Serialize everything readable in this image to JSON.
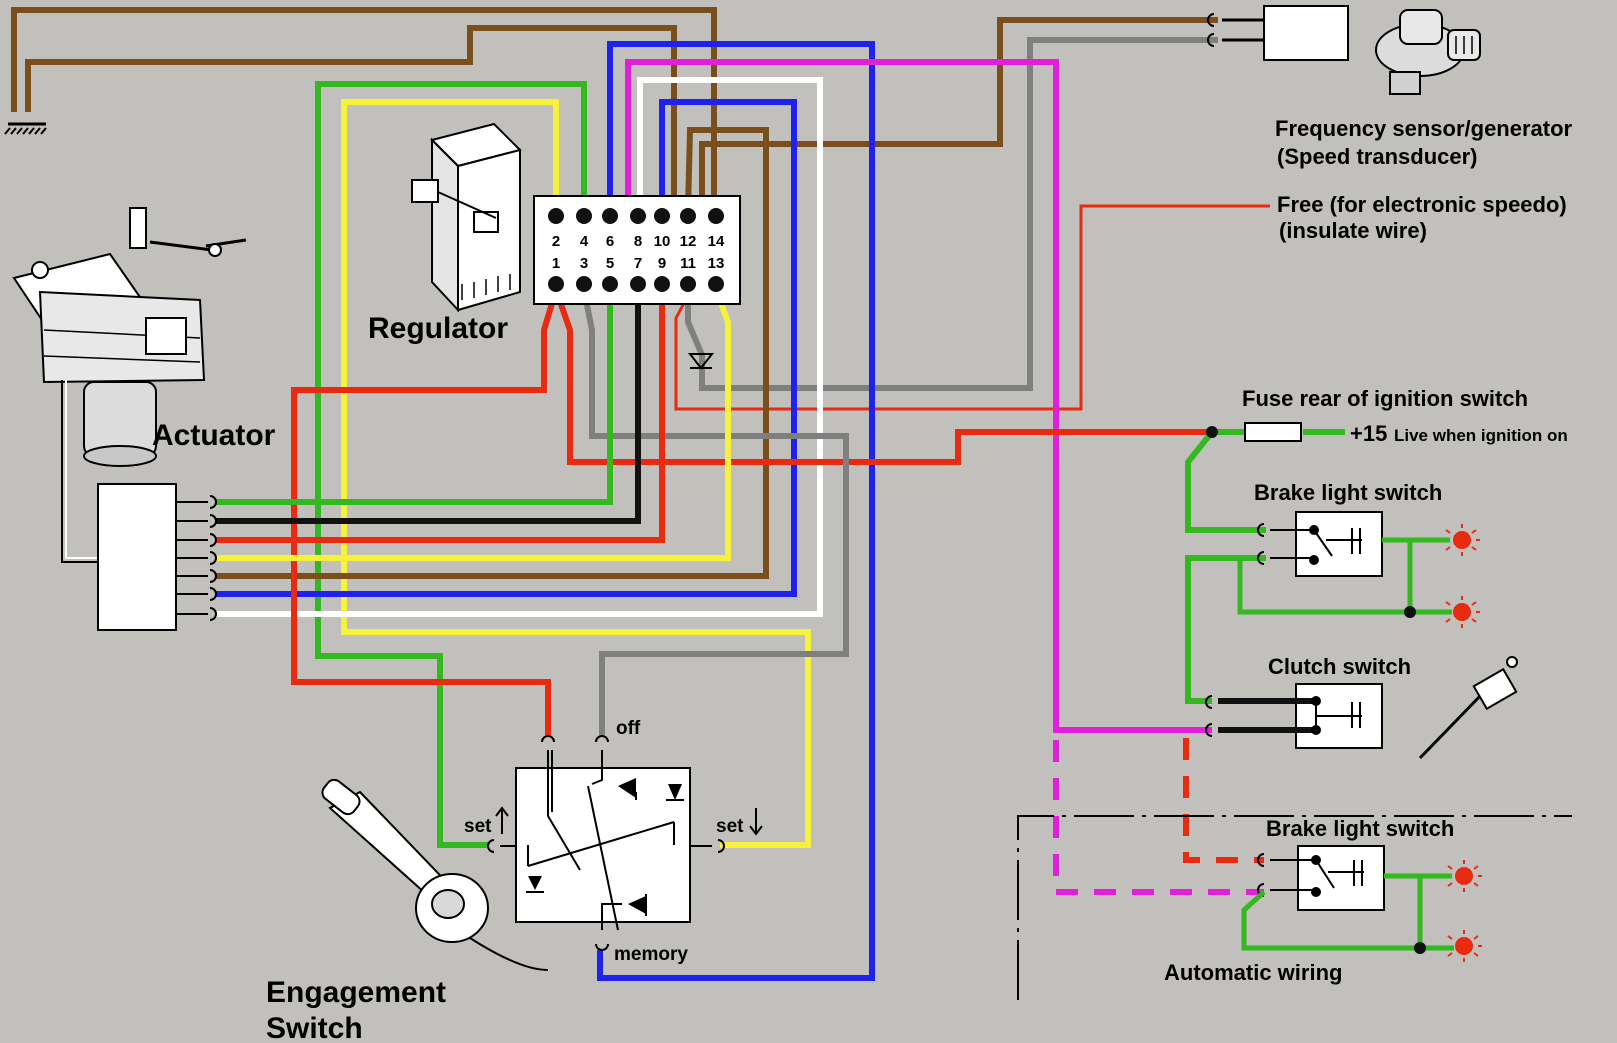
{
  "labels": {
    "regulator": "Regulator",
    "actuator": "Actuator",
    "engagement_switch_line1": "Engagement",
    "engagement_switch_line2": "Switch",
    "frequency_sensor_line1": "Frequency sensor/generator",
    "frequency_sensor_line2": "(Speed transducer)",
    "free_line1": "Free (for electronic speedo)",
    "free_line2": "(insulate wire)",
    "fuse": "Fuse rear of ignition switch",
    "plus15": "+15",
    "live": "Live when ignition on",
    "brake_light_switch_1": "Brake light switch",
    "clutch_switch": "Clutch switch",
    "brake_light_switch_2": "Brake light switch",
    "automatic_wiring": "Automatic wiring",
    "off": "off",
    "set_up": "set",
    "set_down": "set",
    "memory": "memory"
  },
  "connector_pins": {
    "top_row": [
      "2",
      "4",
      "6",
      "8",
      "10",
      "12",
      "14"
    ],
    "bottom_row": [
      "1",
      "3",
      "5",
      "7",
      "9",
      "11",
      "13"
    ]
  },
  "wire_colors": {
    "brown": "#7a4f1c",
    "green": "#33b81f",
    "yellow": "#f6f23a",
    "blue": "#1f22ee",
    "magenta": "#e11fd8",
    "white": "#ffffff",
    "gray": "#7f7f7f",
    "red": "#e82a10",
    "black": "#111111"
  },
  "icons": [
    "ground-icon",
    "regulator-box-icon",
    "actuator-icon",
    "sensor-icon",
    "diode-icon",
    "fuse-icon",
    "lamp-icon",
    "stalk-lever-icon",
    "clutch-lever-icon"
  ]
}
